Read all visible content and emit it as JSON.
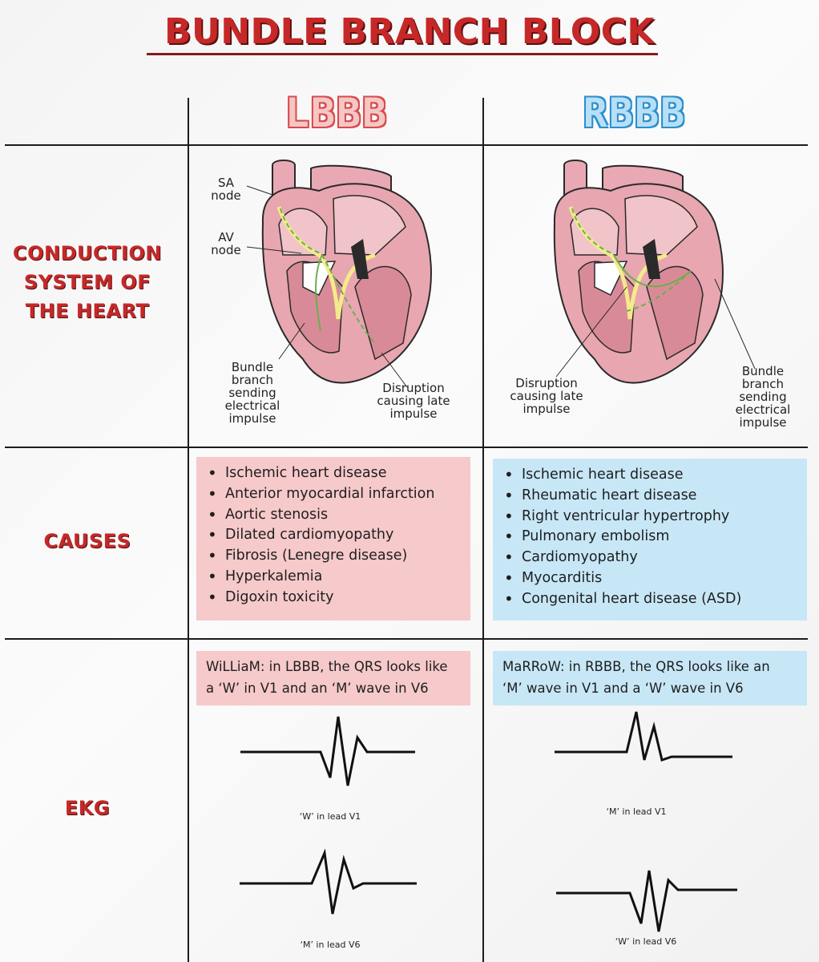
{
  "title": "BUNDLE BRANCH BLOCK",
  "columns": {
    "left": "LBBB",
    "right": "RBBB"
  },
  "rows": {
    "conduction": "CONDUCTION SYSTEM OF THE HEART",
    "causes": "CAUSES",
    "ekg": "EKG"
  },
  "diagram_left": {
    "sa": "SA node",
    "av": "AV node",
    "bundle": "Bundle branch sending electrical impulse",
    "disruption": "Disruption causing late impulse"
  },
  "diagram_right": {
    "disruption": "Disruption causing late impulse",
    "bundle": "Bundle branch sending electrical impulse"
  },
  "causes_left": [
    "Ischemic heart disease",
    "Anterior myocardial infarction",
    "Aortic stenosis",
    "Dilated cardiomyopathy",
    "Fibrosis (Lenegre disease)",
    "Hyperkalemia",
    "Digoxin toxicity"
  ],
  "causes_right": [
    "Ischemic heart disease",
    "Rheumatic heart disease",
    "Right ventricular hypertrophy",
    "Pulmonary embolism",
    "Cardiomyopathy",
    "Myocarditis",
    "Congenital heart disease (ASD)"
  ],
  "mnemonic_left": {
    "word": "WiLLiaM",
    "line1": ": in LBBB, the QRS looks like",
    "line2": "a ‘W’ in V1 and an ‘M’ wave in V6"
  },
  "mnemonic_right": {
    "word": "MaRRoW",
    "line1": ": in RBBB, the QRS looks like an",
    "line2": "‘M’ wave in V1 and a ‘W’ wave in V6"
  },
  "ekg_captions": {
    "left_v1": "‘W’ in lead V1",
    "left_v6": "‘M’ in lead V6",
    "right_v1": "‘M’ in lead V1",
    "right_v6": "‘W’ in lead V6"
  },
  "colors": {
    "title_red": "#c62828",
    "lbbb_pink": "#f6c9ca",
    "rbbb_blue": "#c7e7f7"
  }
}
